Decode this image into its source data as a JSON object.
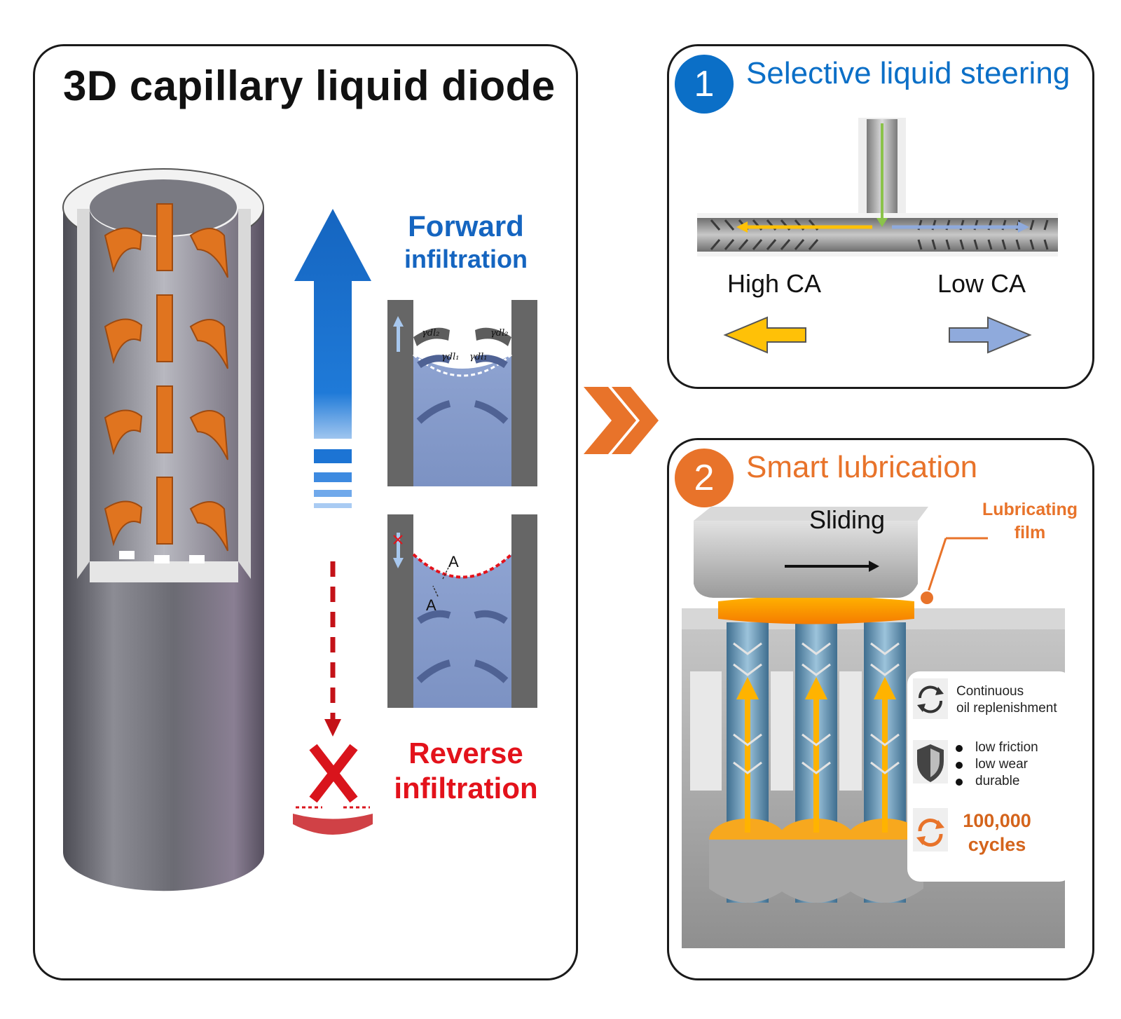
{
  "left_panel": {
    "title": "3D capillary liquid diode",
    "forward_line1": "Forward",
    "forward_line2": "infiltration",
    "reverse_line1": "Reverse",
    "reverse_line2": "infiltration",
    "force_top_left": "γdl₂",
    "force_top_right": "γdl₂",
    "force_bottom_left": "γdl₁",
    "force_bottom_right": "γdl₁",
    "section_mark_top": "A",
    "section_mark_bottom": "A"
  },
  "steering_panel": {
    "badge": "1",
    "title": "Selective liquid steering",
    "left_label": "High CA",
    "right_label": "Low CA"
  },
  "lubrication_panel": {
    "badge": "2",
    "title": "Smart lubrication",
    "sliding_label": "Sliding",
    "film_line1": "Lubricating",
    "film_line2": "film",
    "feature1_line1": "Continuous",
    "feature1_line2": "oil replenishment",
    "bullets": [
      "low friction",
      "low wear",
      "durable"
    ],
    "cycles_line1": "100,000",
    "cycles_line2": "cycles"
  },
  "colors": {
    "blue_accent": "#0b6fc7",
    "orange_accent": "#e8732a",
    "red_accent": "#e3121b",
    "yellow_arrow": "#ffc107",
    "light_blue_arrow": "#8faadc"
  }
}
